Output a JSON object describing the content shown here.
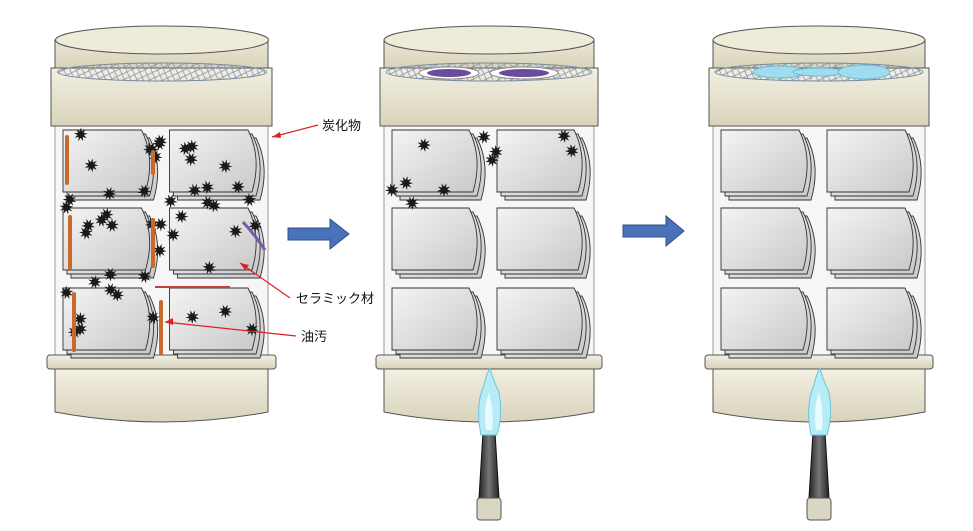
{
  "labels": {
    "carbide": "炭化物",
    "ceramic": "セラミック材",
    "oil": "油汚"
  },
  "colors": {
    "rim_fill": "#e9e5d2",
    "rim_stroke": "#555555",
    "soot": "#1a1a1a",
    "oil_streak": "#c86a2a",
    "arrow_fill": "#4a72b8",
    "flame": "#b7ecf7",
    "burner": "#333333",
    "residue_purple": "#6b4b9b",
    "residue_blue": "#9fdcef",
    "leader_red": "#e02020"
  },
  "stages": [
    {
      "name": "dirty",
      "residue": "none",
      "burner": false,
      "soot": "heavy"
    },
    {
      "name": "burning",
      "residue": "purple",
      "burner": true,
      "soot": "light"
    },
    {
      "name": "clean",
      "residue": "blue",
      "burner": true,
      "soot": "none"
    }
  ]
}
